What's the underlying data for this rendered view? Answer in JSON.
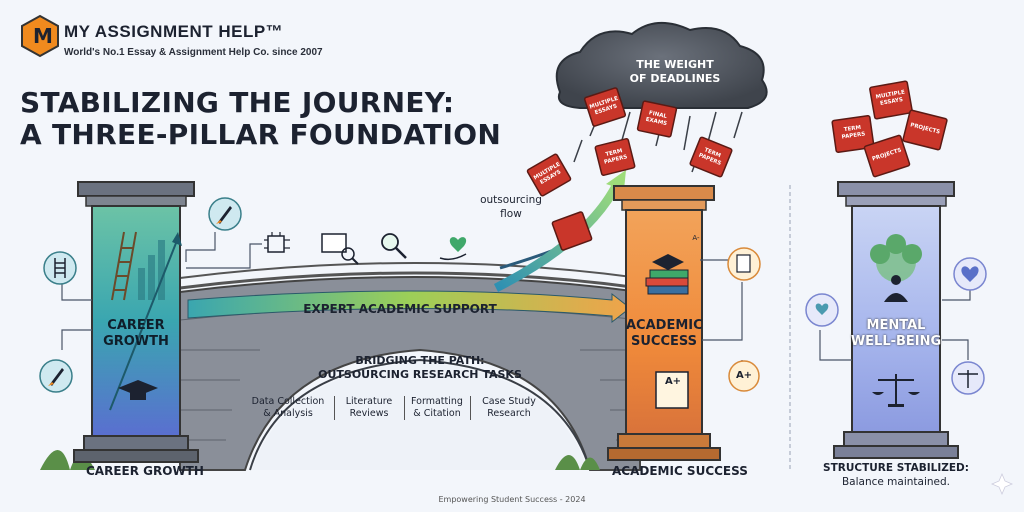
{
  "brand": {
    "logo_letter": "M",
    "name": "MY ASSIGNMENT HELP™",
    "tagline": "World's No.1 Essay & Assignment Help Co. since 2007"
  },
  "title": {
    "line1": "STABILIZING THE JOURNEY:",
    "line2": "A THREE-PILLAR FOUNDATION"
  },
  "cloud": {
    "line1": "THE WEIGHT",
    "line2": "OF DEADLINES"
  },
  "falling_boxes": [
    {
      "line1": "MULTIPLE",
      "line2": "ESSAYS"
    },
    {
      "line1": "FINAL",
      "line2": "EXAMS"
    },
    {
      "line1": "TERM",
      "line2": "PAPERS"
    },
    {
      "line1": "TERM",
      "line2": "PAPERS"
    },
    {
      "line1": "MULTIPLE",
      "line2": "ESSAYS"
    }
  ],
  "stacked_boxes": [
    {
      "line1": "MULTIPLE",
      "line2": "ESSAYS"
    },
    {
      "line1": "TERM",
      "line2": "PAPERS"
    },
    {
      "line1": "PROJECTS",
      "line2": ""
    },
    {
      "line1": "PROJECTS",
      "line2": ""
    }
  ],
  "outsourcing": {
    "line1": "outsourcing",
    "line2": "flow"
  },
  "pillars": {
    "career": {
      "line1": "CAREER",
      "line2": "GROWTH",
      "bottom": "CAREER GROWTH"
    },
    "academic": {
      "line1": "ACADEMIC",
      "line2": "SUCCESS",
      "bottom": "ACADEMIC SUCCESS"
    },
    "wellbeing": {
      "line1": "MENTAL",
      "line2": "WELL-BEING",
      "bottom_line1": "STRUCTURE STABILIZED:",
      "bottom_line2": "Balance maintained."
    }
  },
  "bridge": {
    "banner": "EXPERT ACADEMIC SUPPORT",
    "heading_line1": "BRIDGING THE PATH:",
    "heading_line2": "OUTSOURCING RESEARCH TASKS",
    "tasks": [
      {
        "line1": "Data Collection",
        "line2": "& Analysis"
      },
      {
        "line1": "Literature",
        "line2": "Reviews"
      },
      {
        "line1": "Formatting",
        "line2": "& Citation"
      },
      {
        "line1": "Case Study",
        "line2": "Research"
      }
    ]
  },
  "badges": {
    "grade1": "A+",
    "grade2": "A+",
    "grade_small": "A-"
  },
  "footer": "Empowering Student Success - 2024",
  "colors": {
    "dark_text": "#1c2230",
    "logo_orange": "#f08a1e",
    "box_red": "#c9362a",
    "career_pillar": "#3aa6b0",
    "academic_pillar": "#f08a3a",
    "wellbeing_pillar": "#8c9be0",
    "cloud": "#555b66"
  }
}
